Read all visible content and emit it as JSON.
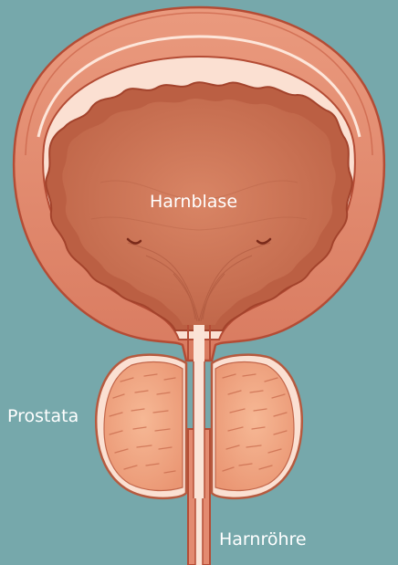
{
  "labels": {
    "bladder": "Harnblase",
    "prostate": "Prostata",
    "urethra": "Harnröhre"
  },
  "colors": {
    "background": "#76a8ab",
    "bladder_wall": "#e38a70",
    "bladder_outline": "#b44c35",
    "mucosa": "#c06a4d",
    "lumen": "#cf7a5d",
    "prostate_fill": "#f2a883",
    "prostate_outline": "#b65a3f",
    "highlight": "#fde6da",
    "label_text": "#ffffff"
  }
}
